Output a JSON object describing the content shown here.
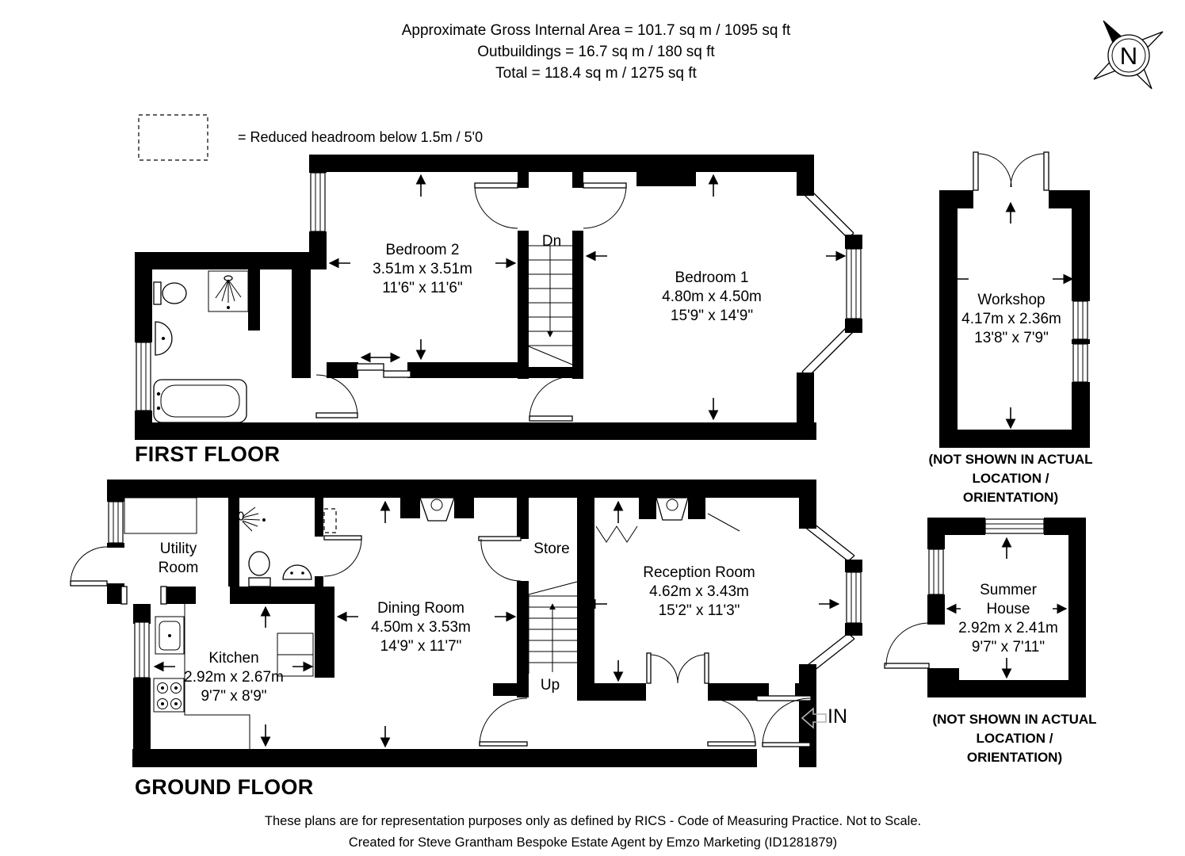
{
  "header": {
    "line1": "Approximate Gross Internal Area = 101.7 sq m / 1095 sq ft",
    "line2": "Outbuildings = 16.7 sq m / 180 sq ft",
    "line3": "Total = 118.4 sq m / 1275 sq ft"
  },
  "legend": {
    "reduced_headroom": "= Reduced headroom below 1.5m / 5'0"
  },
  "compass": {
    "label": "N"
  },
  "first_floor": {
    "title": "FIRST FLOOR",
    "stairs_label": "Dn",
    "rooms": {
      "bedroom2": {
        "name": "Bedroom 2",
        "metric": "3.51m x 3.51m",
        "imperial": "11'6\" x 11'6\""
      },
      "bedroom1": {
        "name": "Bedroom 1",
        "metric": "4.80m x 4.50m",
        "imperial": "15'9\" x 14'9\""
      }
    }
  },
  "ground_floor": {
    "title": "GROUND FLOOR",
    "stairs_label": "Up",
    "entrance_label": "IN",
    "rooms": {
      "utility": {
        "name": "Utility\nRoom"
      },
      "kitchen": {
        "name": "Kitchen",
        "metric": "2.92m x 2.67m",
        "imperial": "9'7\" x 8'9\""
      },
      "dining": {
        "name": "Dining Room",
        "metric": "4.50m x 3.53m",
        "imperial": "14'9\" x 11'7\""
      },
      "store": {
        "name": "Store"
      },
      "reception": {
        "name": "Reception Room",
        "metric": "4.62m x 3.43m",
        "imperial": "15'2\" x 11'3\""
      }
    }
  },
  "outbuildings": {
    "workshop": {
      "name": "Workshop",
      "metric": "4.17m x 2.36m",
      "imperial": "13'8\" x 7'9\"",
      "caption": "(NOT SHOWN IN ACTUAL\nLOCATION / ORIENTATION)"
    },
    "summer_house": {
      "name": "Summer\nHouse",
      "metric": "2.92m x 2.41m",
      "imperial": "9'7\" x 7'11\"",
      "caption": "(NOT SHOWN IN ACTUAL\nLOCATION / ORIENTATION)"
    }
  },
  "footer": {
    "line1": "These plans are for representation purposes only as defined by RICS - Code of Measuring Practice. Not to Scale.",
    "line2": "Created for Steve Grantham Bespoke Estate Agent by Emzo Marketing (ID1281879)"
  },
  "colors": {
    "wall": "#000000",
    "background": "#ffffff",
    "in_arrow": "#b3b3b3"
  }
}
